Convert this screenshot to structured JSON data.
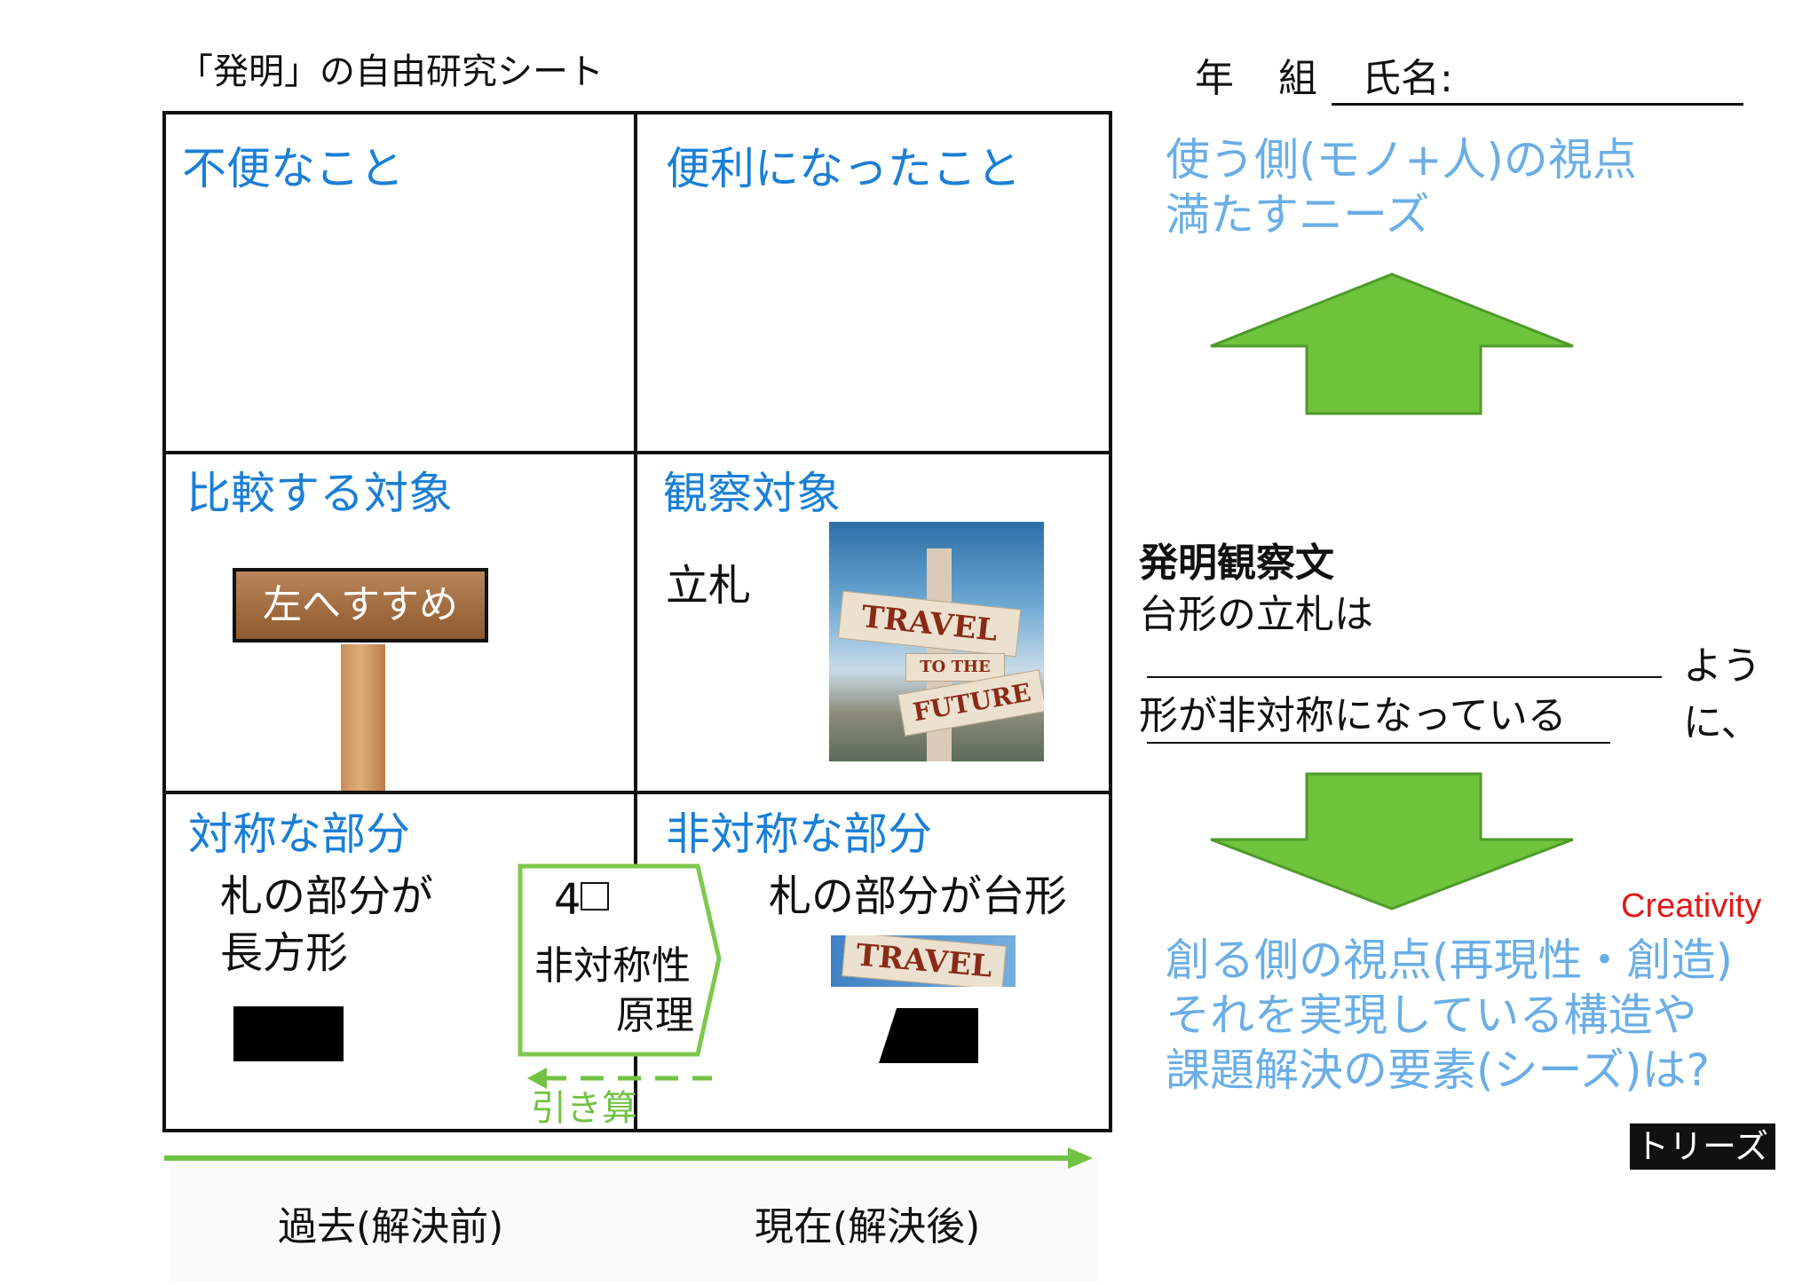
{
  "header": {
    "title": "「発明」の自由研究シート",
    "year_label": "年",
    "class_label": "組",
    "name_label": "氏名:"
  },
  "cells": {
    "inconvenience": "不便なこと",
    "convenience": "便利になったこと",
    "comparison": "比較する対象",
    "observation": "観察対象",
    "symmetric": "対称な部分",
    "asymmetric": "非対称な部分"
  },
  "comparison_sign": {
    "board_text": "左へすすめ"
  },
  "observation_target": {
    "label": "立札",
    "photo_words": [
      "TRAVEL",
      "TO THE",
      "FUTURE"
    ]
  },
  "symmetric_text": [
    "札の部分が",
    "長方形"
  ],
  "asymmetric_text": "札の部分が台形",
  "asymmetric_strip": "TRAVEL",
  "principle": {
    "number": "4",
    "line1": "非対称性",
    "line2": "原理",
    "subtraction": "引き算"
  },
  "timeline": {
    "past": "過去(解決前)",
    "present": "現在(解決後)"
  },
  "right_panel": {
    "user_view_line1": "使う側(モノ+人)の視点",
    "user_view_line2": "満たすニーズ",
    "obs_title": "発明観察文",
    "obs_line1": "台形の立札は",
    "obs_youni": "ように、",
    "obs_line3": "形が非対称になっている",
    "creativity": "Creativity",
    "creator_line1": "創る側の視点(再現性・創造)",
    "creator_line2": "それを実現している構造や",
    "creator_line3": "課題解決の要素(シーズ)は?",
    "triz": "トリーズ"
  },
  "colors": {
    "heading_blue": "#1a7fd6",
    "light_blue": "#6aaee6",
    "arrow_green": "#6ec43c",
    "red": "#e01a1a"
  }
}
